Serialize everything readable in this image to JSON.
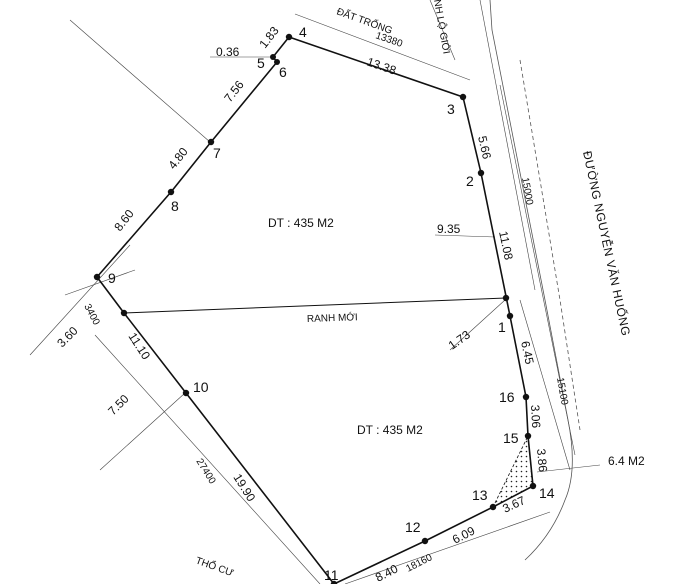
{
  "plan": {
    "top_label": "ĐẤT TRỐNG",
    "corner_label": "NH LỘ GIỚI",
    "road_label": "ĐƯỜNG NGUYỄN VĂN HUỐNG",
    "bottom_left_label": "THỔ CƯ",
    "split_line_label": "RANH MỚI",
    "area_upper": "DT : 435 M2",
    "area_lower": "DT : 435 M2",
    "small_area_label": "6.4 M2",
    "points": [
      "1",
      "2",
      "3",
      "4",
      "5",
      "6",
      "7",
      "8",
      "9",
      "10",
      "11",
      "12",
      "13",
      "14",
      "15",
      "16"
    ],
    "edge_lengths": {
      "e3_4": "13.38",
      "e2_3": "5.66",
      "e1_2": "11.08",
      "e1_split": "1.73",
      "e16_1": "6.45",
      "e15_16": "3.06",
      "e14_15": "3.86",
      "e13_14": "3.67",
      "e12_13": "6.09",
      "e11_12": "8.40",
      "e10_11": "19.90",
      "e9_10": "11.10",
      "e7_9": "8.60",
      "e6_7": "4.80",
      "e5_6_upper": "7.56",
      "e4_5": "1.83",
      "e5_short": "0.36",
      "left_offset": "9.35",
      "left_small": "3.60",
      "left_mid": "7.50"
    },
    "dimension_notes": {
      "d_top": "13380",
      "d_right_upper": "15000",
      "d_right_lower": "15100",
      "d_left": "3400",
      "d_left_long": "27400",
      "d_bottom": "18160"
    }
  }
}
